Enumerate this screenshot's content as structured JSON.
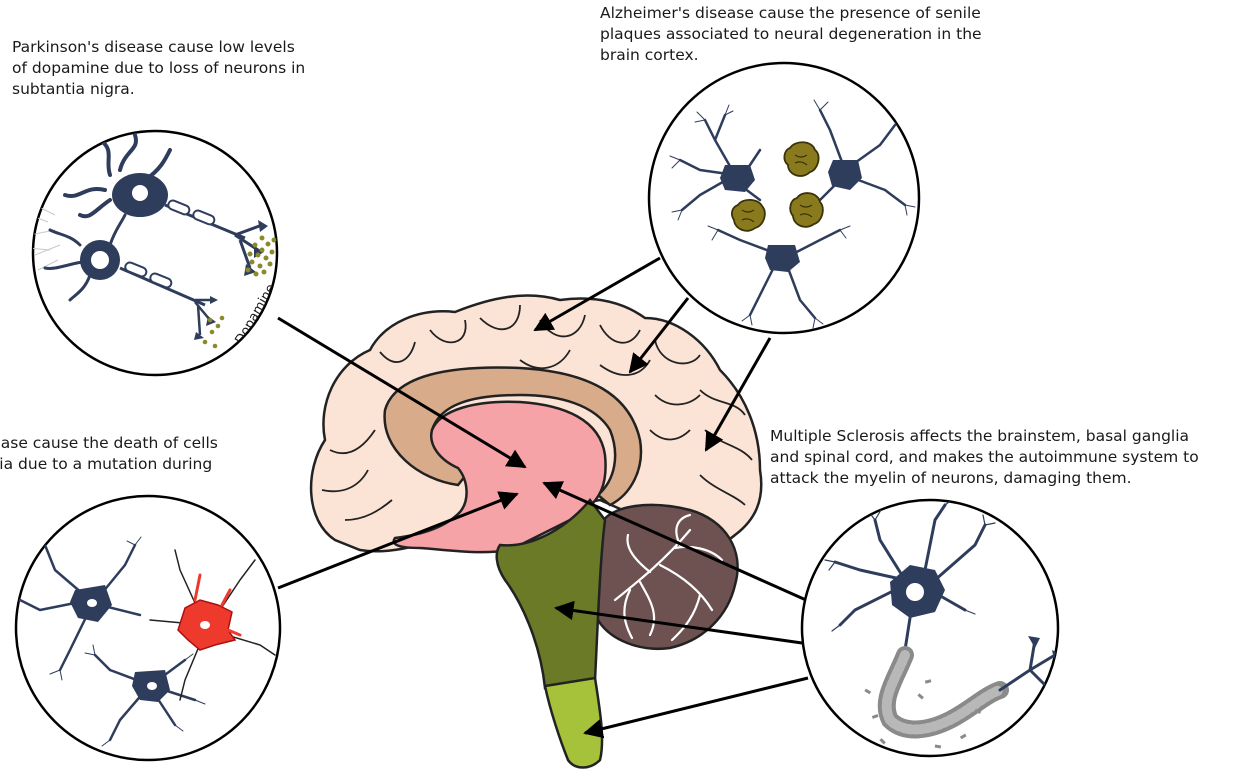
{
  "captions": {
    "parkinson": "Parkinson's disease cause low levels\nof dopamine due to loss of neurons in\nsubtantia nigra.",
    "alzheimer": "Alzheimer's disease cause the presence of senile\nplaques associated to neural degeneration in the\nbrain cortex.",
    "huntington": "s disease cause the death of cells\nganglia due to a mutation during\nption.",
    "ms": "Multiple Sclerosis affects the brainstem, basal ganglia\nand spinal cord, and makes the autoimmune system to\nattack the myelin of neurons, damaging them."
  },
  "labels": {
    "dopamine": "Dopamine"
  },
  "colors": {
    "neuron": "#2f3d5c",
    "cortex": "#fbe4d6",
    "corpus_callosum": "#d8ab8a",
    "basal_ganglia": "#f6a3a8",
    "brainstem": "#6a7a26",
    "spinal_cord": "#a5c23a",
    "cerebellum": "#6e5252",
    "plaque": "#8a7a1e",
    "dopamine_dots": "#8b8a2a",
    "dying_cell": "#ee3a2d",
    "damaged_myelin": "#9b9b9b"
  }
}
